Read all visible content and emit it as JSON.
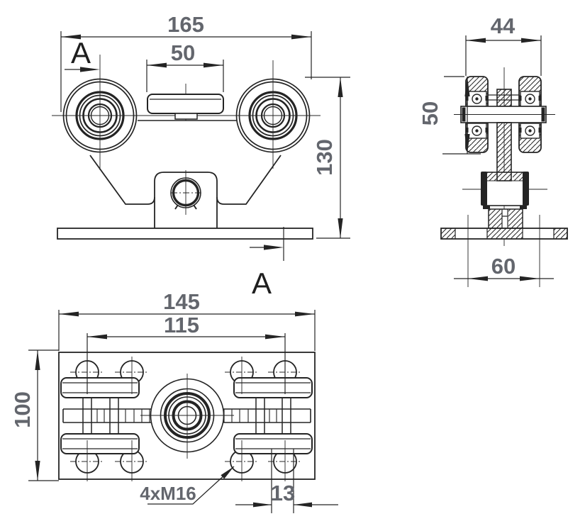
{
  "drawing": {
    "front_view": {
      "overall_width": "165",
      "guide_width": "50",
      "height": "130",
      "section_label_top": "A",
      "section_label_bottom": "A"
    },
    "side_view": {
      "overall_width": "44",
      "roller_diameter": "50",
      "base_bolt_spacing": "60"
    },
    "plan_view": {
      "overall_width": "145",
      "bolt_spacing": "115",
      "depth": "100",
      "edge_offset": "13",
      "thread_note": "4xM16"
    }
  },
  "colors": {
    "line": "#242424",
    "dim_text": "#63666d",
    "label_text": "#1e1e1e",
    "background": "#ffffff"
  }
}
